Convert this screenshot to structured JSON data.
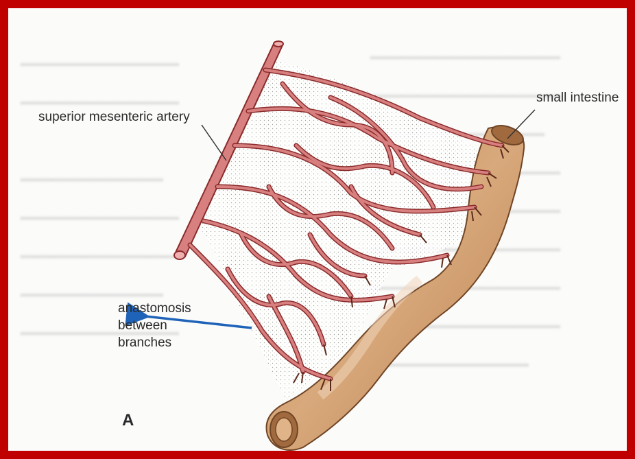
{
  "labels": {
    "superior_mesenteric_artery": "superior mesenteric artery",
    "small_intestine": "small intestine",
    "anastomosis_line1": "anastomosis",
    "anastomosis_line2": "between",
    "anastomosis_line3": "branches",
    "panel_letter": "A"
  },
  "colors": {
    "frame_border": "#c00000",
    "artery_fill": "#d88080",
    "artery_stroke": "#8a2a2a",
    "intestine_fill": "#c99263",
    "intestine_light": "#f1d6bb",
    "annotation_arrow": "#1f63b8"
  },
  "icons": {
    "arrow": "arrow-left-icon"
  }
}
